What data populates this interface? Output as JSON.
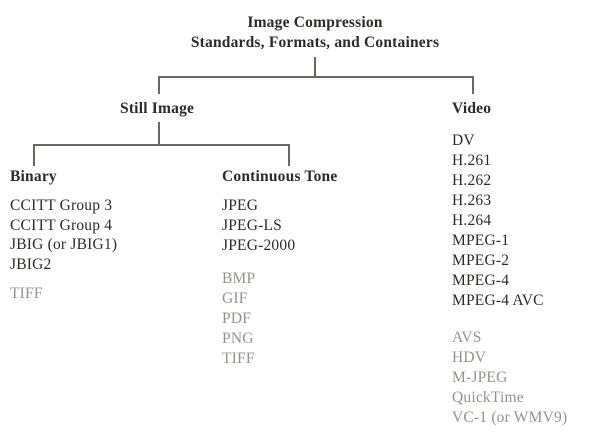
{
  "tree": {
    "root": {
      "line1": "Image Compression",
      "line2": "Standards, Formats, and Containers"
    },
    "still_image": {
      "label": "Still Image",
      "children": {
        "binary": {
          "label": "Binary",
          "standards": [
            "CCITT Group 3",
            "CCITT Group 4",
            "JBIG (or JBIG1)",
            "JBIG2"
          ],
          "containers": [
            "TIFF"
          ]
        },
        "continuous_tone": {
          "label": "Continuous Tone",
          "standards": [
            "JPEG",
            "JPEG-LS",
            "JPEG-2000"
          ],
          "containers": [
            "BMP",
            "GIF",
            "PDF",
            "PNG",
            "TIFF"
          ]
        }
      }
    },
    "video": {
      "label": "Video",
      "standards": [
        "DV",
        "H.261",
        "H.262",
        "H.263",
        "H.264",
        "MPEG-1",
        "MPEG-2",
        "MPEG-4",
        "MPEG-4 AVC"
      ],
      "containers": [
        "AVS",
        "HDV",
        "M-JPEG",
        "QuickTime",
        "VC-1 (or WMV9)"
      ]
    }
  },
  "colors": {
    "text": "#2f2a26",
    "muted_text": "#989289",
    "line": "#6b665f",
    "background": "#ffffff"
  }
}
